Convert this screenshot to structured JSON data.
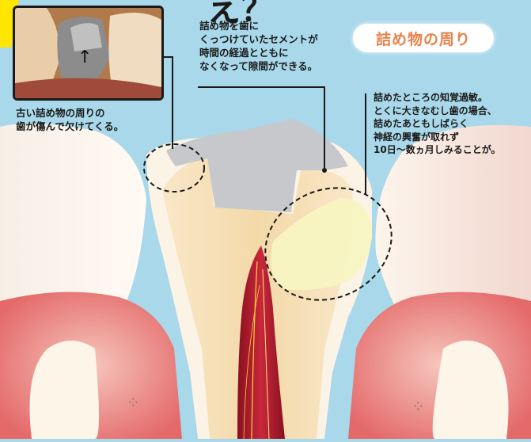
{
  "title": "詰め物の周り",
  "top_partial_text": "え？",
  "note_top": [
    "詰め物を歯に",
    "くっつけていたセメントが",
    "時間の経過とともに",
    "なくなって隙間ができる。"
  ],
  "note_right": [
    "詰めたところの知覚過敏。",
    "とくに大きなむし歯の場合、",
    "詰めたあともしばらく",
    "神経の興奮が取れず",
    "10日～数ヵ月しみることが。"
  ],
  "note_left": [
    "古い詰め物の周りの",
    "歯が傷んで欠けてくる。"
  ],
  "photo_arrow": "↑",
  "colors": {
    "background": "#a8d8ea",
    "title": "#e8824a",
    "accent_tab": "#ffe600"
  }
}
